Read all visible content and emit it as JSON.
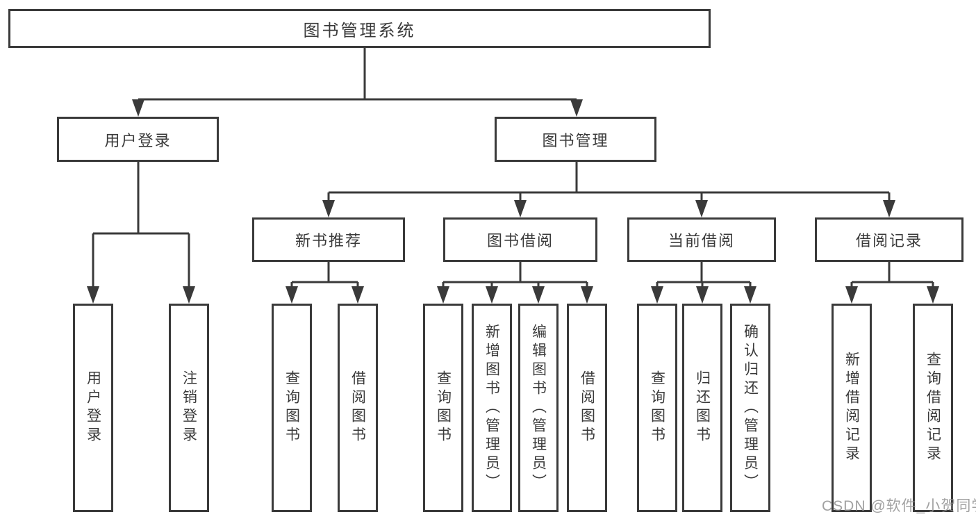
{
  "diagram": {
    "root": {
      "label": "图书管理系统"
    },
    "level2": [
      {
        "label": "用户登录",
        "children": [
          "用户登录",
          "注销登录"
        ]
      },
      {
        "label": "图书管理"
      }
    ],
    "level3": [
      {
        "label": "新书推荐",
        "children": [
          "查询图书",
          "借阅图书"
        ]
      },
      {
        "label": "图书借阅",
        "children": [
          "查询图书",
          "新增图书（管理员）",
          "编辑图书（管理员）",
          "借阅图书"
        ]
      },
      {
        "label": "当前借阅",
        "children": [
          "查询图书",
          "归还图书",
          "确认归还（管理员）"
        ]
      },
      {
        "label": "借阅记录",
        "children": [
          "新增借阅记录",
          "查询借阅记录"
        ]
      }
    ],
    "colors": {
      "line": "#3a3a3a",
      "text": "#3a3a3a",
      "background": "#ffffff",
      "watermark": "#919191"
    }
  },
  "watermark": {
    "text": "CSDN @软件_小贺同学"
  }
}
